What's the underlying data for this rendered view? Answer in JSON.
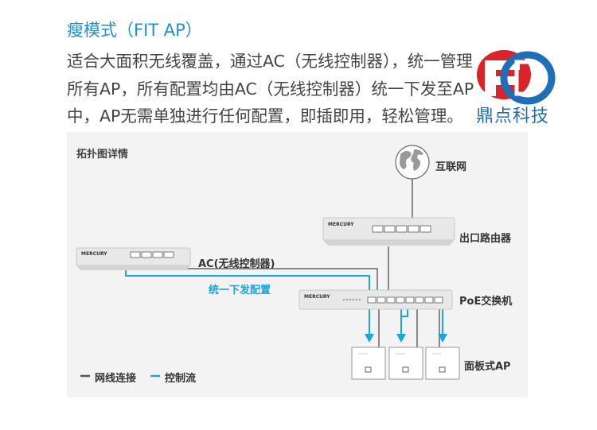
{
  "title": "瘦模式（FIT AP）",
  "description": [
    "适合大面积无线覆盖，通过AC（无线控制器），统一管理",
    "所有AP，所有配置均由AC（无线控制器）统一下发至AP",
    "中，AP无需单独进行任何配置，即插即用，轻松管理。"
  ],
  "watermark": {
    "text": "鼎点科技"
  },
  "diagram": {
    "heading": "拓扑图详情",
    "internet_label": "互联网",
    "router_label": "出口路由器",
    "ac_label": "AC(无线控制器)",
    "poe_label": "PoE交换机",
    "ap_label": "面板式AP",
    "config_label": "统一下发配置",
    "brand": "MERCURY",
    "legend": {
      "cable": "网线连接",
      "control": "控制流"
    },
    "colors": {
      "control": "#1aa4e0",
      "cable": "#888888",
      "device": "#e6e6e6"
    }
  }
}
